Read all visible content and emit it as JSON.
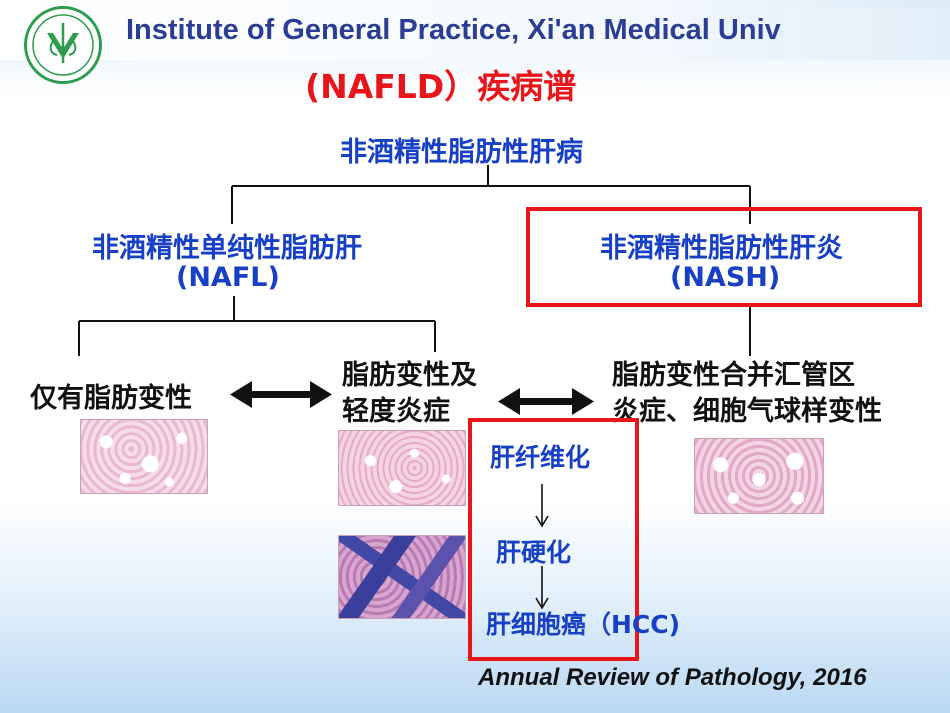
{
  "header": {
    "institute_title": "Institute of General Practice, Xi'an Medical University",
    "page_title": "(NAFLD）疾病谱"
  },
  "diagram": {
    "root": "非酒精性脂肪性肝病",
    "nafl": {
      "name": "非酒精性单纯性脂肪肝",
      "abbr": "(NAFL)"
    },
    "nash": {
      "name": "非酒精性脂肪性肝炎",
      "abbr": "(NASH)"
    },
    "steatosis_only": "仅有脂肪变性",
    "steatosis_mild_inflammation": [
      "脂肪变性及",
      "轻度炎症"
    ],
    "steatosis_nash": [
      "脂肪变性合并汇管区",
      "炎症、细胞气球样变性"
    ],
    "progression": [
      "肝纤维化",
      "肝硬化",
      "肝细胞癌（HCC)"
    ]
  },
  "citation": "Annual Review of Pathology, 2016",
  "colors": {
    "title_red": "#e8161b",
    "node_blue": "#1740c4",
    "header_blue": "#2c3e93",
    "logo_green": "#2e9c4f",
    "highlight_box": "#e8161b"
  },
  "icons": {
    "logo": "university-emblem",
    "images": [
      "histology-steatosis",
      "histology-mild-inflammation",
      "histology-fibrosis-trichrome",
      "histology-nash"
    ]
  }
}
